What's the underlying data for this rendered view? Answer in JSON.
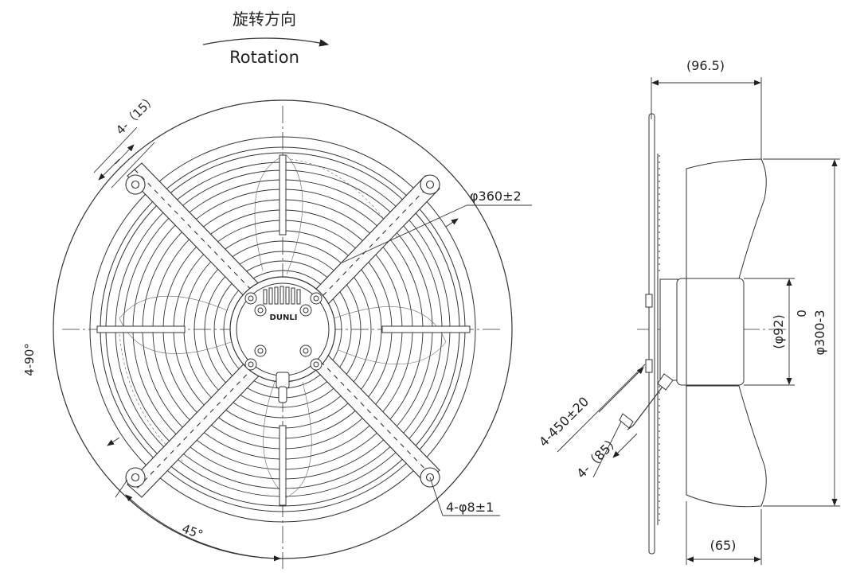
{
  "rotation": {
    "zh": "旋转方向",
    "en": "Rotation"
  },
  "front_view": {
    "guard_diameter": "φ360±2",
    "feet_width": "4-（15）",
    "mounting_holes": "4-φ8±1",
    "feet_angle": "4-90°",
    "offset_angle": "45°",
    "hub_brand": "DUNLI"
  },
  "side_view": {
    "depth": "(96.5)",
    "motor_diameter": "(φ92)",
    "zero": "0",
    "blade_diameter": "φ300-3",
    "cable_length": "4-450±20",
    "cable_strip": "4-（85）",
    "blade_width": "(65)"
  },
  "colors": {
    "line": "#333333",
    "text": "#222222",
    "light": "#f7f7f7"
  }
}
